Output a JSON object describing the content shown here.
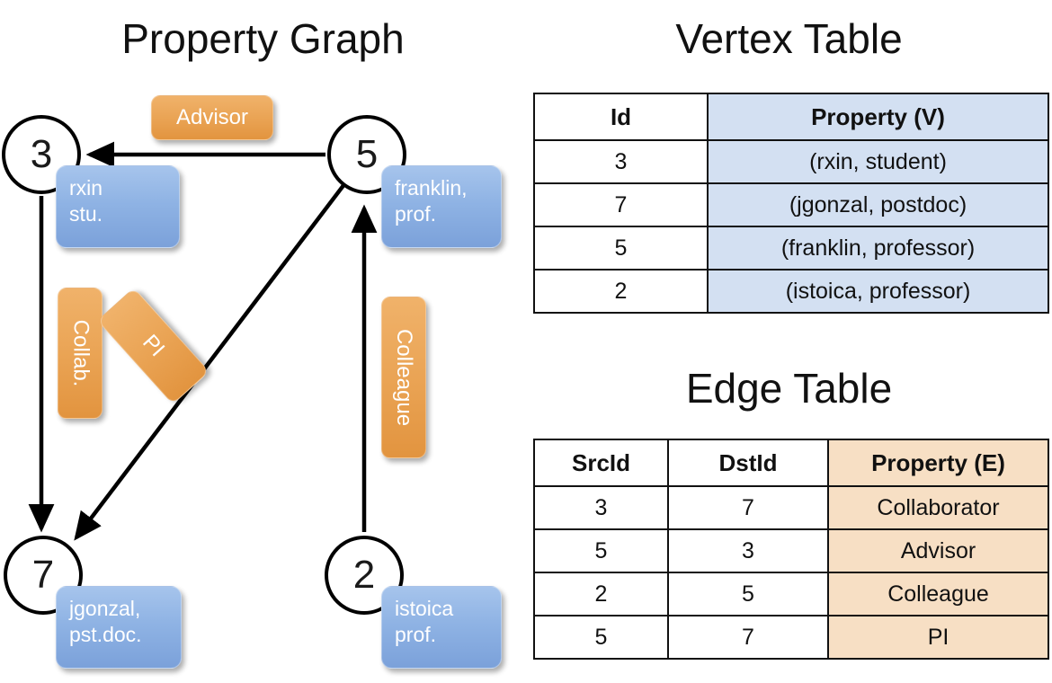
{
  "titles": {
    "property_graph": "Property Graph",
    "vertex_table": "Vertex Table",
    "edge_table": "Edge Table"
  },
  "graph": {
    "nodes": [
      {
        "id": "3",
        "property": "rxin\nstu."
      },
      {
        "id": "5",
        "property": "franklin,\nprof."
      },
      {
        "id": "7",
        "property": "jgonzal,\npst.doc."
      },
      {
        "id": "2",
        "property": "istoica\nprof."
      }
    ],
    "node_labels": {
      "n3": "3",
      "n5": "5",
      "n7": "7",
      "n2": "2"
    },
    "properties": {
      "rxin_line1": "rxin",
      "rxin_line2": "stu.",
      "franklin_line1": "franklin,",
      "franklin_line2": "prof.",
      "jgonzal_line1": "jgonzal,",
      "jgonzal_line2": "pst.doc.",
      "istoica_line1": "istoica",
      "istoica_line2": "prof."
    },
    "edge_labels": {
      "advisor": "Advisor",
      "collab": "Collab.",
      "pi": "PI",
      "colleague": "Colleague"
    },
    "edges": [
      {
        "src": "5",
        "dst": "3",
        "label": "Advisor"
      },
      {
        "src": "3",
        "dst": "7",
        "label": "Collab."
      },
      {
        "src": "5",
        "dst": "7",
        "label": "PI"
      },
      {
        "src": "2",
        "dst": "5",
        "label": "Colleague"
      }
    ]
  },
  "vertex_table": {
    "headers": [
      "Id",
      "Property (V)"
    ],
    "rows": [
      {
        "id": "3",
        "property": "(rxin, student)"
      },
      {
        "id": "7",
        "property": "(jgonzal, postdoc)"
      },
      {
        "id": "5",
        "property": "(franklin, professor)"
      },
      {
        "id": "2",
        "property": "(istoica, professor)"
      }
    ]
  },
  "edge_table": {
    "headers": [
      "SrcId",
      "DstId",
      "Property (E)"
    ],
    "rows": [
      {
        "src": "3",
        "dst": "7",
        "property": "Collaborator"
      },
      {
        "src": "5",
        "dst": "3",
        "property": "Advisor"
      },
      {
        "src": "2",
        "dst": "5",
        "property": "Colleague"
      },
      {
        "src": "5",
        "dst": "7",
        "property": "PI"
      }
    ]
  },
  "colors": {
    "node_property_blue": "#8fb3e4",
    "edge_label_orange": "#eaa455",
    "vertex_cell_blue": "#d3e0f2",
    "edge_cell_orange": "#f7dfc4",
    "stroke": "#000000"
  }
}
